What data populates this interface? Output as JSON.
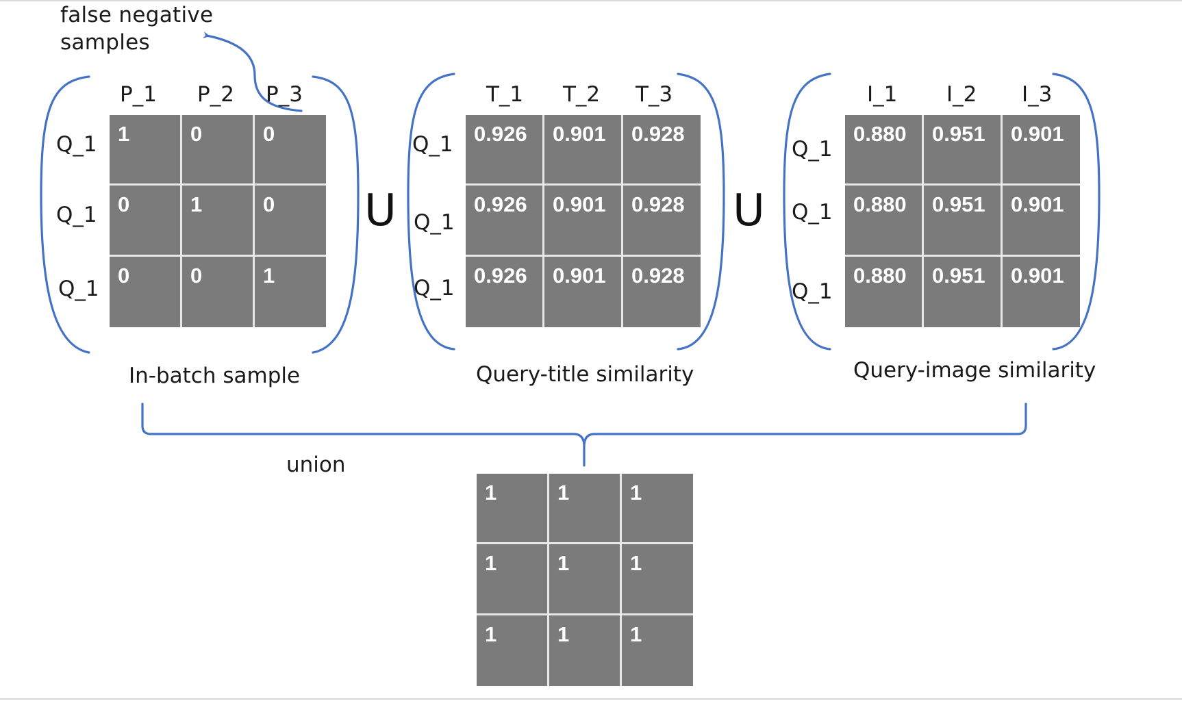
{
  "annotation": {
    "line1": "false negative",
    "line2": "samples"
  },
  "union_symbol": "U",
  "union_label": "union",
  "colors": {
    "bracket": "#4472c4",
    "cell": "#7b7b7b",
    "cell_text": "#ffffff"
  },
  "matrices": [
    {
      "id": "in-batch",
      "caption": "In-batch sample",
      "cols": [
        "P_1",
        "P_2",
        "P_3"
      ],
      "rows": [
        "Q_1",
        "Q_1",
        "Q_1"
      ],
      "cells": [
        [
          "1",
          "0",
          "0"
        ],
        [
          "0",
          "1",
          "0"
        ],
        [
          "0",
          "0",
          "1"
        ]
      ]
    },
    {
      "id": "query-title",
      "caption": "Query-title similarity",
      "cols": [
        "T_1",
        "T_2",
        "T_3"
      ],
      "rows": [
        "Q_1",
        "Q_1",
        "Q_1"
      ],
      "cells": [
        [
          "0.926",
          "0.901",
          "0.928"
        ],
        [
          "0.926",
          "0.901",
          "0.928"
        ],
        [
          "0.926",
          "0.901",
          "0.928"
        ]
      ]
    },
    {
      "id": "query-image",
      "caption": "Query-image similarity",
      "cols": [
        "I_1",
        "I_2",
        "I_3"
      ],
      "rows": [
        "Q_1",
        "Q_1",
        "Q_1"
      ],
      "cells": [
        [
          "0.880",
          "0.951",
          "0.901"
        ],
        [
          "0.880",
          "0.951",
          "0.901"
        ],
        [
          "0.880",
          "0.951",
          "0.901"
        ]
      ]
    }
  ],
  "result": {
    "cells": [
      [
        "1",
        "1",
        "1"
      ],
      [
        "1",
        "1",
        "1"
      ],
      [
        "1",
        "1",
        "1"
      ]
    ]
  }
}
